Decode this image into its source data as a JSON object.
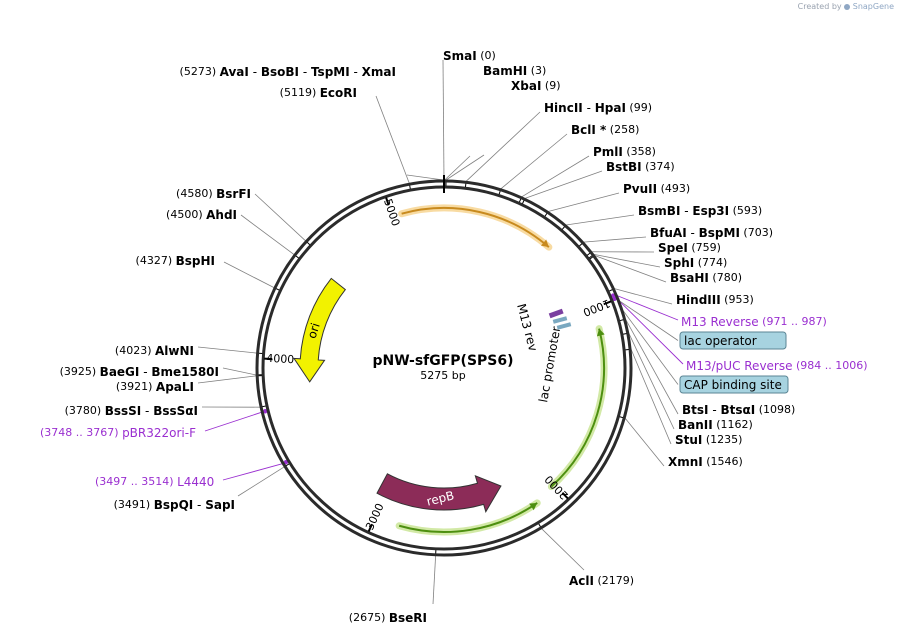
{
  "credit": {
    "prefix": "Created by",
    "brand": "SnapGene"
  },
  "plasmid": {
    "name": "pNW-sfGFP(SPS6)",
    "size_label": "5275 bp",
    "length": 5275
  },
  "ticks": [
    {
      "bp": 1000,
      "label": "1000"
    },
    {
      "bp": 2000,
      "label": "2000"
    },
    {
      "bp": 3000,
      "label": "3000"
    },
    {
      "bp": 4000,
      "label": "4000"
    },
    {
      "bp": 5000,
      "label": "5000"
    }
  ],
  "sites": [
    {
      "id": "smai",
      "bp": 0,
      "parts": [
        "SmaI"
      ],
      "pos": "(0)",
      "side": "r"
    },
    {
      "id": "bamhi",
      "bp": 3,
      "parts": [
        "BamHI"
      ],
      "pos": "(3)",
      "side": "r"
    },
    {
      "id": "xbai",
      "bp": 9,
      "parts": [
        "XbaI"
      ],
      "pos": "(9)",
      "side": "r"
    },
    {
      "id": "hincii",
      "bp": 99,
      "parts": [
        "HincII",
        "HpaI"
      ],
      "pos": "(99)",
      "side": "r"
    },
    {
      "id": "bcli",
      "bp": 258,
      "parts": [
        "BclI *"
      ],
      "pos": "(258)",
      "side": "r"
    },
    {
      "id": "pmli",
      "bp": 358,
      "parts": [
        "PmlI"
      ],
      "pos": "(358)",
      "side": "r"
    },
    {
      "id": "bstbi",
      "bp": 374,
      "parts": [
        "BstBI"
      ],
      "pos": "(374)",
      "side": "r"
    },
    {
      "id": "pvuii",
      "bp": 493,
      "parts": [
        "PvuII"
      ],
      "pos": "(493)",
      "side": "r"
    },
    {
      "id": "bsmbi",
      "bp": 593,
      "parts": [
        "BsmBI",
        "Esp3I"
      ],
      "pos": "(593)",
      "side": "r"
    },
    {
      "id": "bfuai",
      "bp": 703,
      "parts": [
        "BfuAI",
        "BspMI"
      ],
      "pos": "(703)",
      "side": "r"
    },
    {
      "id": "spei",
      "bp": 759,
      "parts": [
        "SpeI"
      ],
      "pos": "(759)",
      "side": "r"
    },
    {
      "id": "sphi",
      "bp": 774,
      "parts": [
        "SphI"
      ],
      "pos": "(774)",
      "side": "r"
    },
    {
      "id": "bsahi",
      "bp": 780,
      "parts": [
        "BsaHI"
      ],
      "pos": "(780)",
      "side": "r"
    },
    {
      "id": "hindiii",
      "bp": 953,
      "parts": [
        "HindIII"
      ],
      "pos": "(953)",
      "side": "r"
    },
    {
      "id": "btsi",
      "bp": 1098,
      "parts": [
        "BtsI",
        "BtsαI"
      ],
      "pos": "(1098)",
      "side": "r"
    },
    {
      "id": "banii",
      "bp": 1162,
      "parts": [
        "BanII"
      ],
      "pos": "(1162)",
      "side": "r"
    },
    {
      "id": "stui",
      "bp": 1235,
      "parts": [
        "StuI"
      ],
      "pos": "(1235)",
      "side": "r"
    },
    {
      "id": "xmni",
      "bp": 1546,
      "parts": [
        "XmnI"
      ],
      "pos": "(1546)",
      "side": "r"
    },
    {
      "id": "acli",
      "bp": 2179,
      "parts": [
        "AclI"
      ],
      "pos": "(2179)",
      "side": "r"
    },
    {
      "id": "bseri",
      "bp": 2675,
      "parts": [
        "BseRI"
      ],
      "pos": "(2675)",
      "side": "l"
    },
    {
      "id": "bspqi",
      "bp": 3491,
      "parts": [
        "BspQI",
        "SapI"
      ],
      "pos": "(3491)",
      "side": "l"
    },
    {
      "id": "bsssi",
      "bp": 3780,
      "parts": [
        "BssSI",
        "BssSαI"
      ],
      "pos": "(3780)",
      "side": "l"
    },
    {
      "id": "apali",
      "bp": 3921,
      "parts": [
        "ApaLI"
      ],
      "pos": "(3921)",
      "side": "l"
    },
    {
      "id": "baegi",
      "bp": 3925,
      "parts": [
        "BaeGI",
        "Bme1580I"
      ],
      "pos": "(3925)",
      "side": "l"
    },
    {
      "id": "alwni",
      "bp": 4023,
      "parts": [
        "AlwNI"
      ],
      "pos": "(4023)",
      "side": "l"
    },
    {
      "id": "bsphi",
      "bp": 4327,
      "parts": [
        "BspHI"
      ],
      "pos": "(4327)",
      "side": "l"
    },
    {
      "id": "ahdi",
      "bp": 4500,
      "parts": [
        "AhdI"
      ],
      "pos": "(4500)",
      "side": "l"
    },
    {
      "id": "bsrfi",
      "bp": 4580,
      "parts": [
        "BsrFI"
      ],
      "pos": "(4580)",
      "side": "l"
    },
    {
      "id": "ecori",
      "bp": 5119,
      "parts": [
        "EcoRI"
      ],
      "pos": "(5119)",
      "side": "l"
    },
    {
      "id": "avai",
      "bp": 5273,
      "parts": [
        "AvaI",
        "BsoBI",
        "TspMI",
        "XmaI"
      ],
      "pos": "(5273)",
      "side": "l"
    }
  ],
  "primers": [
    {
      "id": "m13rev-primer",
      "name": "M13 Reverse",
      "range": "(971 .. 987)",
      "bp": 979
    },
    {
      "id": "m13puc-primer",
      "name": "M13/pUC Reverse",
      "range": "(984 .. 1006)",
      "bp": 995
    },
    {
      "id": "pbr322ori-primer",
      "name": "pBR322ori-F",
      "range": "(3748 .. 3767)",
      "bp": 3757
    },
    {
      "id": "l4440-primer",
      "name": "L4440",
      "range": "(3497 .. 3514)",
      "bp": 3505
    }
  ],
  "boxed_features": [
    {
      "id": "lac-operator",
      "name": "lac operator",
      "color": "#a7d3e0"
    },
    {
      "id": "cap-site",
      "name": "CAP binding site",
      "color": "#a7d3e0"
    }
  ],
  "arc_features": [
    {
      "id": "orange-feature",
      "start": 5050,
      "end": 600,
      "color": "#f0b030"
    },
    {
      "id": "green-feature",
      "start": 2020,
      "end": 1110,
      "color": "#9bcf3a"
    },
    {
      "id": "green-feature-2",
      "start": 2870,
      "end": 2130,
      "color": "#9bcf3a"
    }
  ],
  "inner_features": [
    {
      "id": "repb",
      "name": "repB",
      "start": 3050,
      "end": 2260,
      "color": "#8c2c58"
    },
    {
      "id": "ori",
      "name": "ori",
      "start": 4520,
      "end": 3870,
      "color": "#f2f200"
    }
  ],
  "inner_labels": [
    {
      "id": "m13rev-label",
      "text": "M13 rev"
    },
    {
      "id": "lac-promoter-label",
      "text": "lac promoter"
    }
  ]
}
